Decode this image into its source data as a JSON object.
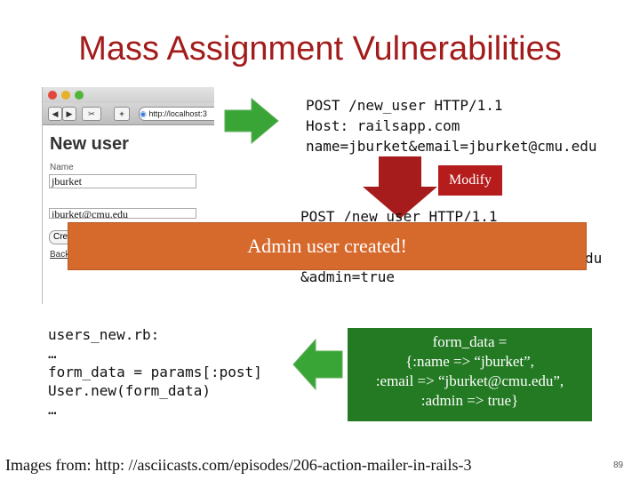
{
  "title": "Mass Assignment Vulnerabilities",
  "browser": {
    "url": "http://localhost:3",
    "back": "◀",
    "forward": "▶",
    "reload": "+",
    "heading": "New user",
    "name_label": "Name",
    "name_value": "jburket",
    "email_value": "jburket@cmu.edu",
    "create_button": "Create",
    "back_link": "Back"
  },
  "request": {
    "line1": "POST /new_user HTTP/1.1",
    "line2": "Host: railsapp.com",
    "line3": "name=jburket&email=jburket@cmu.edu"
  },
  "modify_label": "Modify",
  "modified_request": {
    "line1_partial": "POST /new_user HTTP/1.1",
    "tail": "du",
    "line4": "&admin=true"
  },
  "banner": "Admin user created!",
  "code": {
    "l1": "users_new.rb:",
    "l2": "…",
    "l3": "form_data = params[:post]",
    "l4": "User.new(form_data)",
    "l5": "…"
  },
  "form_data_box": {
    "l1": "form_data =",
    "l2": "{:name => “jburket”,",
    "l3": ":email => “jburket@cmu.edu”,",
    "l4": ":admin => true}"
  },
  "footer": "Images from: http: //asciicasts.com/episodes/206-action-mailer-in-rails-3",
  "page_number": "89",
  "colors": {
    "title": "#a31c1c",
    "arrow_green": "#3aa537",
    "arrow_red": "#a61c1c",
    "banner": "#d6692c",
    "box_green": "#237a23"
  }
}
